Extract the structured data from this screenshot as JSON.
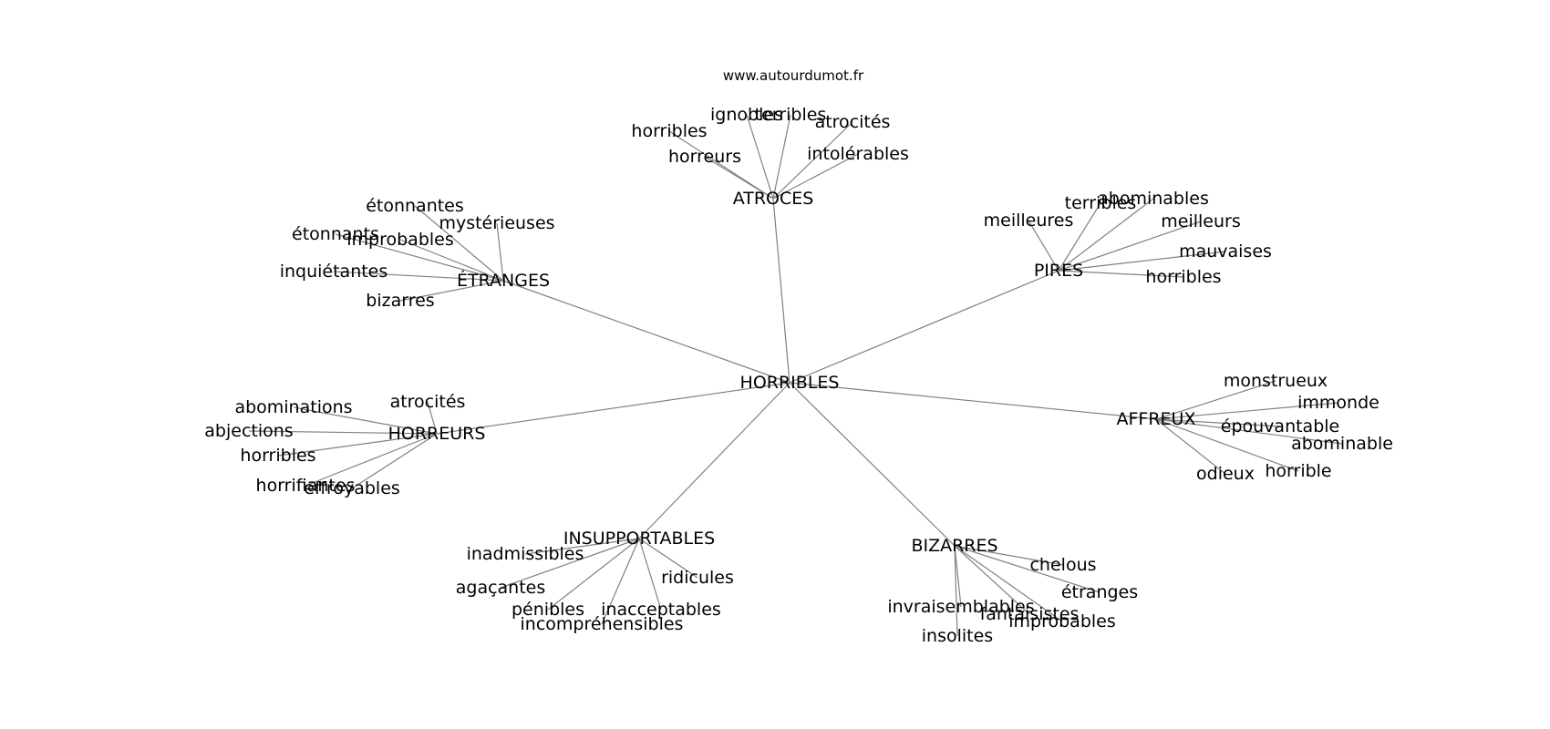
{
  "source": "www.autourdumot.fr",
  "colors": {
    "edge": "#808080",
    "text": "#000000",
    "background": "#ffffff"
  },
  "graph": {
    "center": "HORRIBLES",
    "clusters": [
      {
        "label": "ATROCES",
        "words": [
          "ignobles",
          "terribles",
          "horribles",
          "atrocités",
          "horreurs",
          "intolérables"
        ]
      },
      {
        "label": "ÉTRANGES",
        "words": [
          "étonnantes",
          "mystérieuses",
          "étonnants",
          "improbables",
          "inquiétantes",
          "bizarres"
        ]
      },
      {
        "label": "PIRES",
        "words": [
          "terribles",
          "abominables",
          "meilleures",
          "meilleurs",
          "mauvaises",
          "horribles"
        ]
      },
      {
        "label": "HORREURS",
        "words": [
          "atrocités",
          "abominations",
          "abjections",
          "horribles",
          "horrifiantes",
          "effroyables"
        ]
      },
      {
        "label": "AFFREUX",
        "words": [
          "monstrueux",
          "immonde",
          "épouvantable",
          "abominable",
          "odieux",
          "horrible"
        ]
      },
      {
        "label": "INSUPPORTABLES",
        "words": [
          "inadmissibles",
          "agaçantes",
          "ridicules",
          "pénibles",
          "inacceptables",
          "incompréhensibles"
        ]
      },
      {
        "label": "BIZARRES",
        "words": [
          "chelous",
          "étranges",
          "invraisemblables",
          "fantaisistes",
          "improbables",
          "insolites"
        ]
      }
    ]
  }
}
